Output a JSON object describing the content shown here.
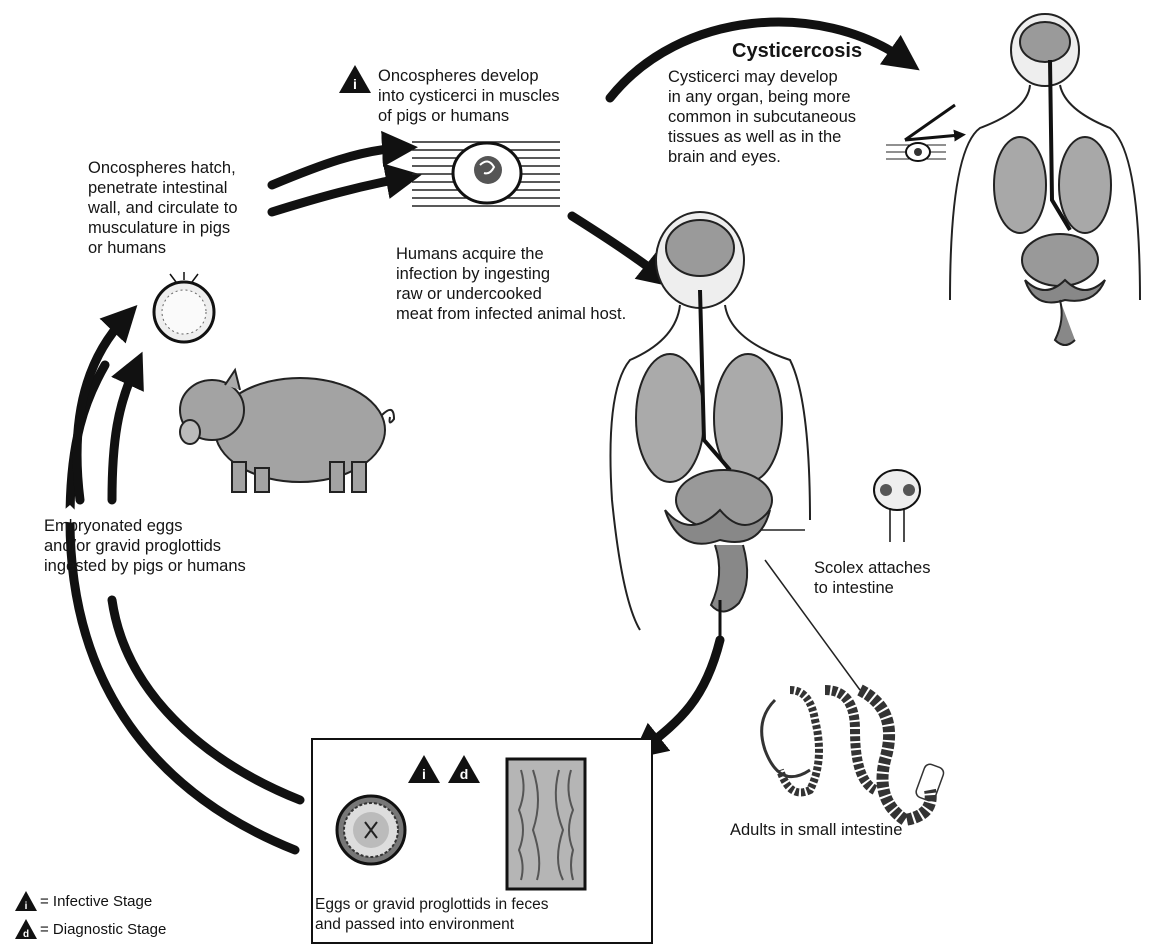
{
  "cysticercosis": {
    "title": "Cysticercosis",
    "text": "Cysticerci may develop\nin any organ, being more\ncommon in subcutaneous\ntissues as well as in the\nbrain and eyes."
  },
  "steps": {
    "oncospheres_develop": "Oncospheres develop\ninto cysticerci in muscles\nof pigs or humans",
    "oncospheres_hatch": "Oncospheres hatch,\npenetrate intestinal\nwall, and circulate to\nmusculature in pigs\nor humans",
    "humans_acquire": "Humans acquire the\ninfection by ingesting\nraw or undercooked\nmeat from infected animal host.",
    "scolex": "Scolex attaches\nto intestine",
    "adults": "Adults in small intestine",
    "eggs_feces": "Eggs or gravid proglottids in feces\nand passed into environment",
    "embryonated": "Embryonated eggs\nand/or gravid proglottids\ningested by pigs or humans"
  },
  "badges": {
    "infective": "i",
    "diagnostic": "d"
  },
  "legend": {
    "infective": "= Infective Stage",
    "diagnostic": "= Diagnostic Stage"
  }
}
